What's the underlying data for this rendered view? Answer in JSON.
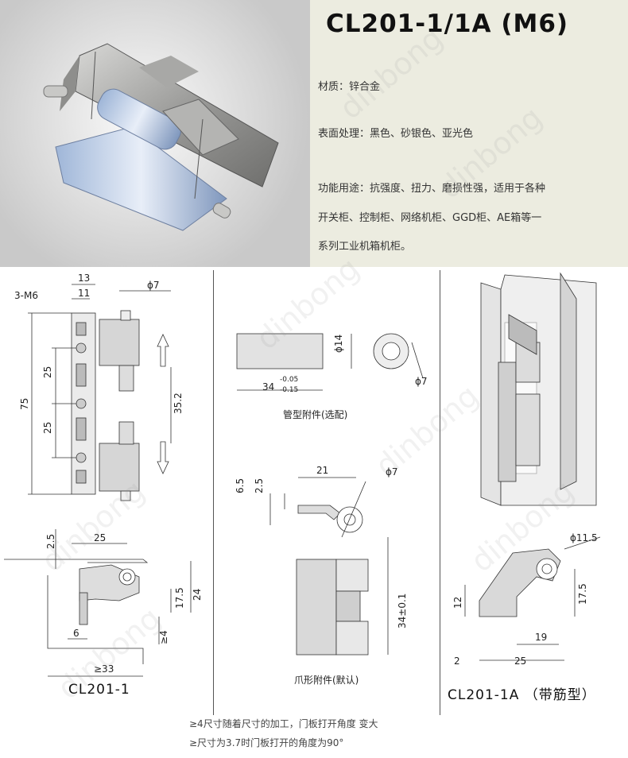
{
  "title": "CL201-1/1A (M6)",
  "info": {
    "material": "材质：锌合金",
    "surface": "表面处理：黑色、砂银色、亚光色",
    "usage_1": "功能用途：抗强度、扭力、磨损性强，适用于各种",
    "usage_2": "开关柜、控制柜、网络机柜、GGD柜、AE箱等一",
    "usage_3": "系列工业机箱机柜。"
  },
  "drawing_left": {
    "d_13": "13",
    "d_11": "11",
    "thread": "3-M6",
    "pin_dia": "ϕ7",
    "d_75": "75",
    "d_25a": "25",
    "d_25b": "25",
    "d_352": "35.2",
    "side_25": "25",
    "side_25v": "2.5",
    "side_175": "17.5",
    "side_24": "24",
    "side_ge4": "≥4",
    "side_6": "6",
    "side_ge33": "≥33",
    "caption": "CL201-1"
  },
  "drawing_mid": {
    "tube_dia14": "ϕ14",
    "tube_dia7": "ϕ7",
    "tube_len": "34",
    "tol_up": "-0.05",
    "tol_low": "-0.15",
    "tube_caption": "管型附件(选配)",
    "claw_65": "6.5",
    "claw_25": "2.5",
    "claw_21": "21",
    "claw_dia": "ϕ7",
    "claw_34": "34±0.1",
    "claw_caption": "爪形附件(默认)"
  },
  "drawing_right": {
    "dia115": "ϕ11.5",
    "d_12": "12",
    "d_175": "17.5",
    "d_19": "19",
    "d_2": "2",
    "d_25": "25",
    "caption": "CL201-1A （带筋型）"
  },
  "notes": {
    "note1": "≥4尺寸随着尺寸的加工，门板打开角度 变大",
    "note2": "≥尺寸为3.7时门板打开的角度为90°"
  },
  "watermark": "dinbong"
}
